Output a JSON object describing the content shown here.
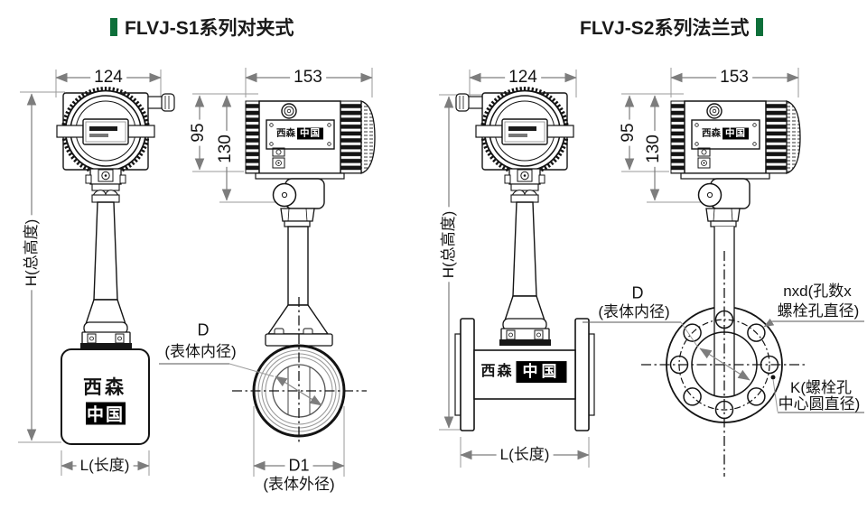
{
  "accent_green": "#0e6f3a",
  "line_color": "#141414",
  "dim_color": "#7d7d7d",
  "titles": {
    "left": "FLVJ-S1系列对夹式",
    "right": "FLVJ-S2系列法兰式"
  },
  "brand": {
    "plain": "西森",
    "boxed": "中国"
  },
  "dims": {
    "width_front": "124",
    "width_side": "153",
    "h95": "95",
    "h130": "130",
    "total_height": "H(总高度)",
    "length": "L(长度)",
    "d": "D",
    "d_sub": "(表体内径)",
    "d1": "D1",
    "d1_sub": "(表体外径)",
    "nxd_line1": "nxd(孔数x",
    "nxd_line2": "螺栓孔直径)",
    "k_line1": "K(螺栓孔",
    "k_line2": "中心圆直径)"
  }
}
